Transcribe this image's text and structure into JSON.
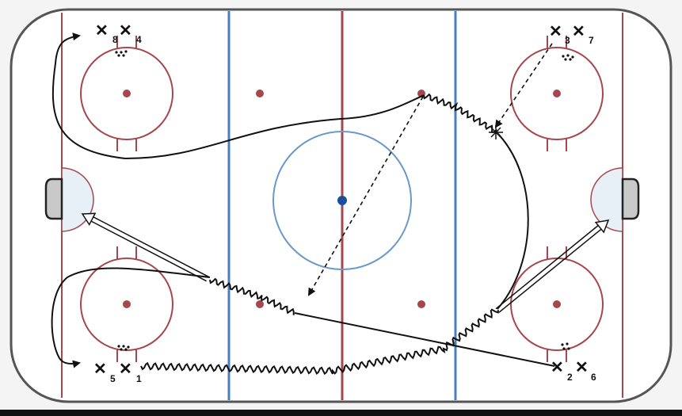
{
  "diagram": {
    "type": "hockey-drill",
    "colors": {
      "red_line": "#a5474e",
      "blue_line": "#4a7fc0",
      "center_circle": "#6a98c8",
      "center_dot": "#1a4fa0",
      "faceoff_circle": "#a5474e",
      "crease_fill": "#e6f0f6",
      "goal_fill": "#c9c9c9",
      "path": "#111111"
    },
    "players": {
      "top_left": {
        "x1": "✕",
        "n1": "8",
        "x2": "✕",
        "n2": "4"
      },
      "top_right": {
        "x1": "✕",
        "n1": "3",
        "x2": "✕",
        "n2": "7"
      },
      "bottom_left": {
        "x1": "✕",
        "n1": "5",
        "x2": "✕",
        "n2": "1"
      },
      "bottom_right": {
        "x1": "✕",
        "n1": "2",
        "x2": "✕",
        "n2": "6"
      }
    }
  }
}
